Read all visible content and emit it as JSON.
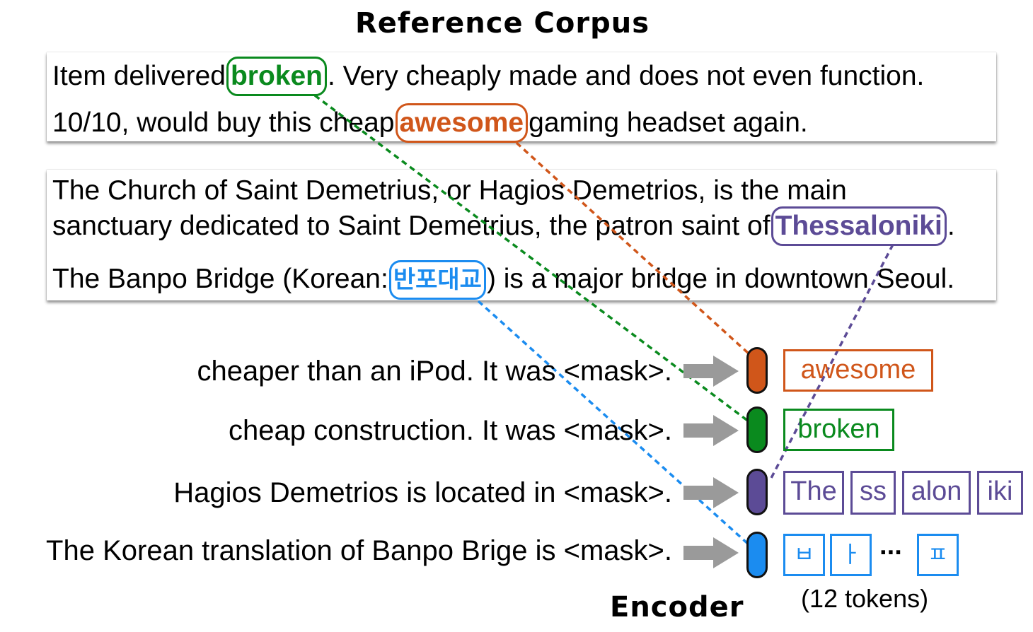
{
  "title": "Reference Corpus",
  "corpus": {
    "panel1": {
      "line1": {
        "before": "Item delivered",
        "highlight": "broken",
        "after": ". Very cheaply made and does not even function."
      },
      "line2": {
        "before": "10/10, would buy this cheap",
        "highlight": "awesome",
        "after": "gaming headset again."
      }
    },
    "panel2": {
      "line1": "The Church of Saint Demetrius, or Hagios Demetrios, is the main",
      "line2": {
        "before": "sanctuary dedicated to Saint Demetrius, the patron saint of",
        "highlight": "Thessaloniki",
        "after": "."
      },
      "line3": {
        "before": "The Banpo Bridge (Korean:",
        "highlight": "반포대교",
        "after": ") is a major bridge in downtown Seoul."
      }
    }
  },
  "queries": [
    "cheaper than an iPod. It was <mask>.",
    "cheap construction. It was <mask>.",
    "Hagios Demetrios is located in <mask>.",
    "The Korean translation of Banpo Brige is <mask>."
  ],
  "tokens": {
    "row1": [
      "awesome"
    ],
    "row2": [
      "broken"
    ],
    "row3": [
      "The",
      "ss",
      "alon",
      "iki"
    ],
    "row4": [
      "ㅂ",
      "ㅏ",
      "ㅍ"
    ],
    "ellipsis": "···",
    "count_label": "(12 tokens)"
  },
  "encoder_label": "Encoder",
  "colors": {
    "orange": "#d0561a",
    "green": "#0a8a1e",
    "purple": "#5c4b96",
    "blue": "#1b8cf0",
    "arrow": "#9a9a9a"
  }
}
